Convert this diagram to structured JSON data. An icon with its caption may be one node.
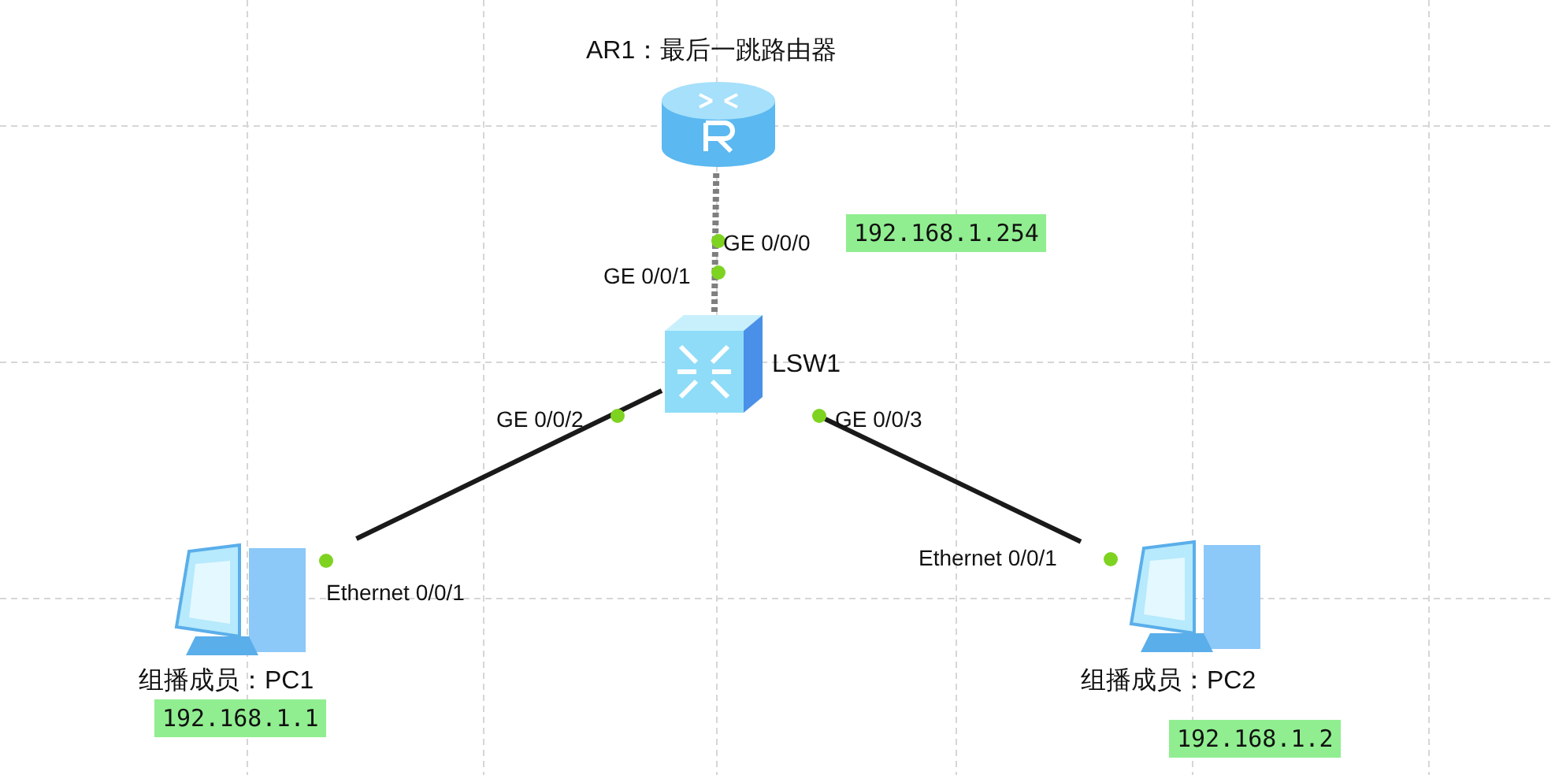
{
  "diagram": {
    "nodes": [
      {
        "text": [
          "AR1：最后一跳路由器"
        ]
      },
      {
        "text": [
          "LSW1"
        ]
      },
      {
        "text": [
          "组播成员：PC1"
        ]
      },
      {
        "text": [
          "组播成员：PC2"
        ]
      }
    ],
    "edges": [
      {
        "from": 0,
        "to": 1,
        "arrow": "none",
        "style": "dashed",
        "color": "#7f7f7f"
      },
      {
        "from": 1,
        "to": 2,
        "arrow": "none"
      },
      {
        "from": 1,
        "to": 3,
        "arrow": "none"
      }
    ],
    "labels": [
      "192.168.1.254",
      "GE 0/0/0",
      "GE 0/0/1",
      "GE 0/0/2",
      "GE 0/0/3",
      "Ethernet 0/0/1",
      "Ethernet 0/0/1",
      "192.168.1.1",
      "192.168.1.2"
    ]
  }
}
